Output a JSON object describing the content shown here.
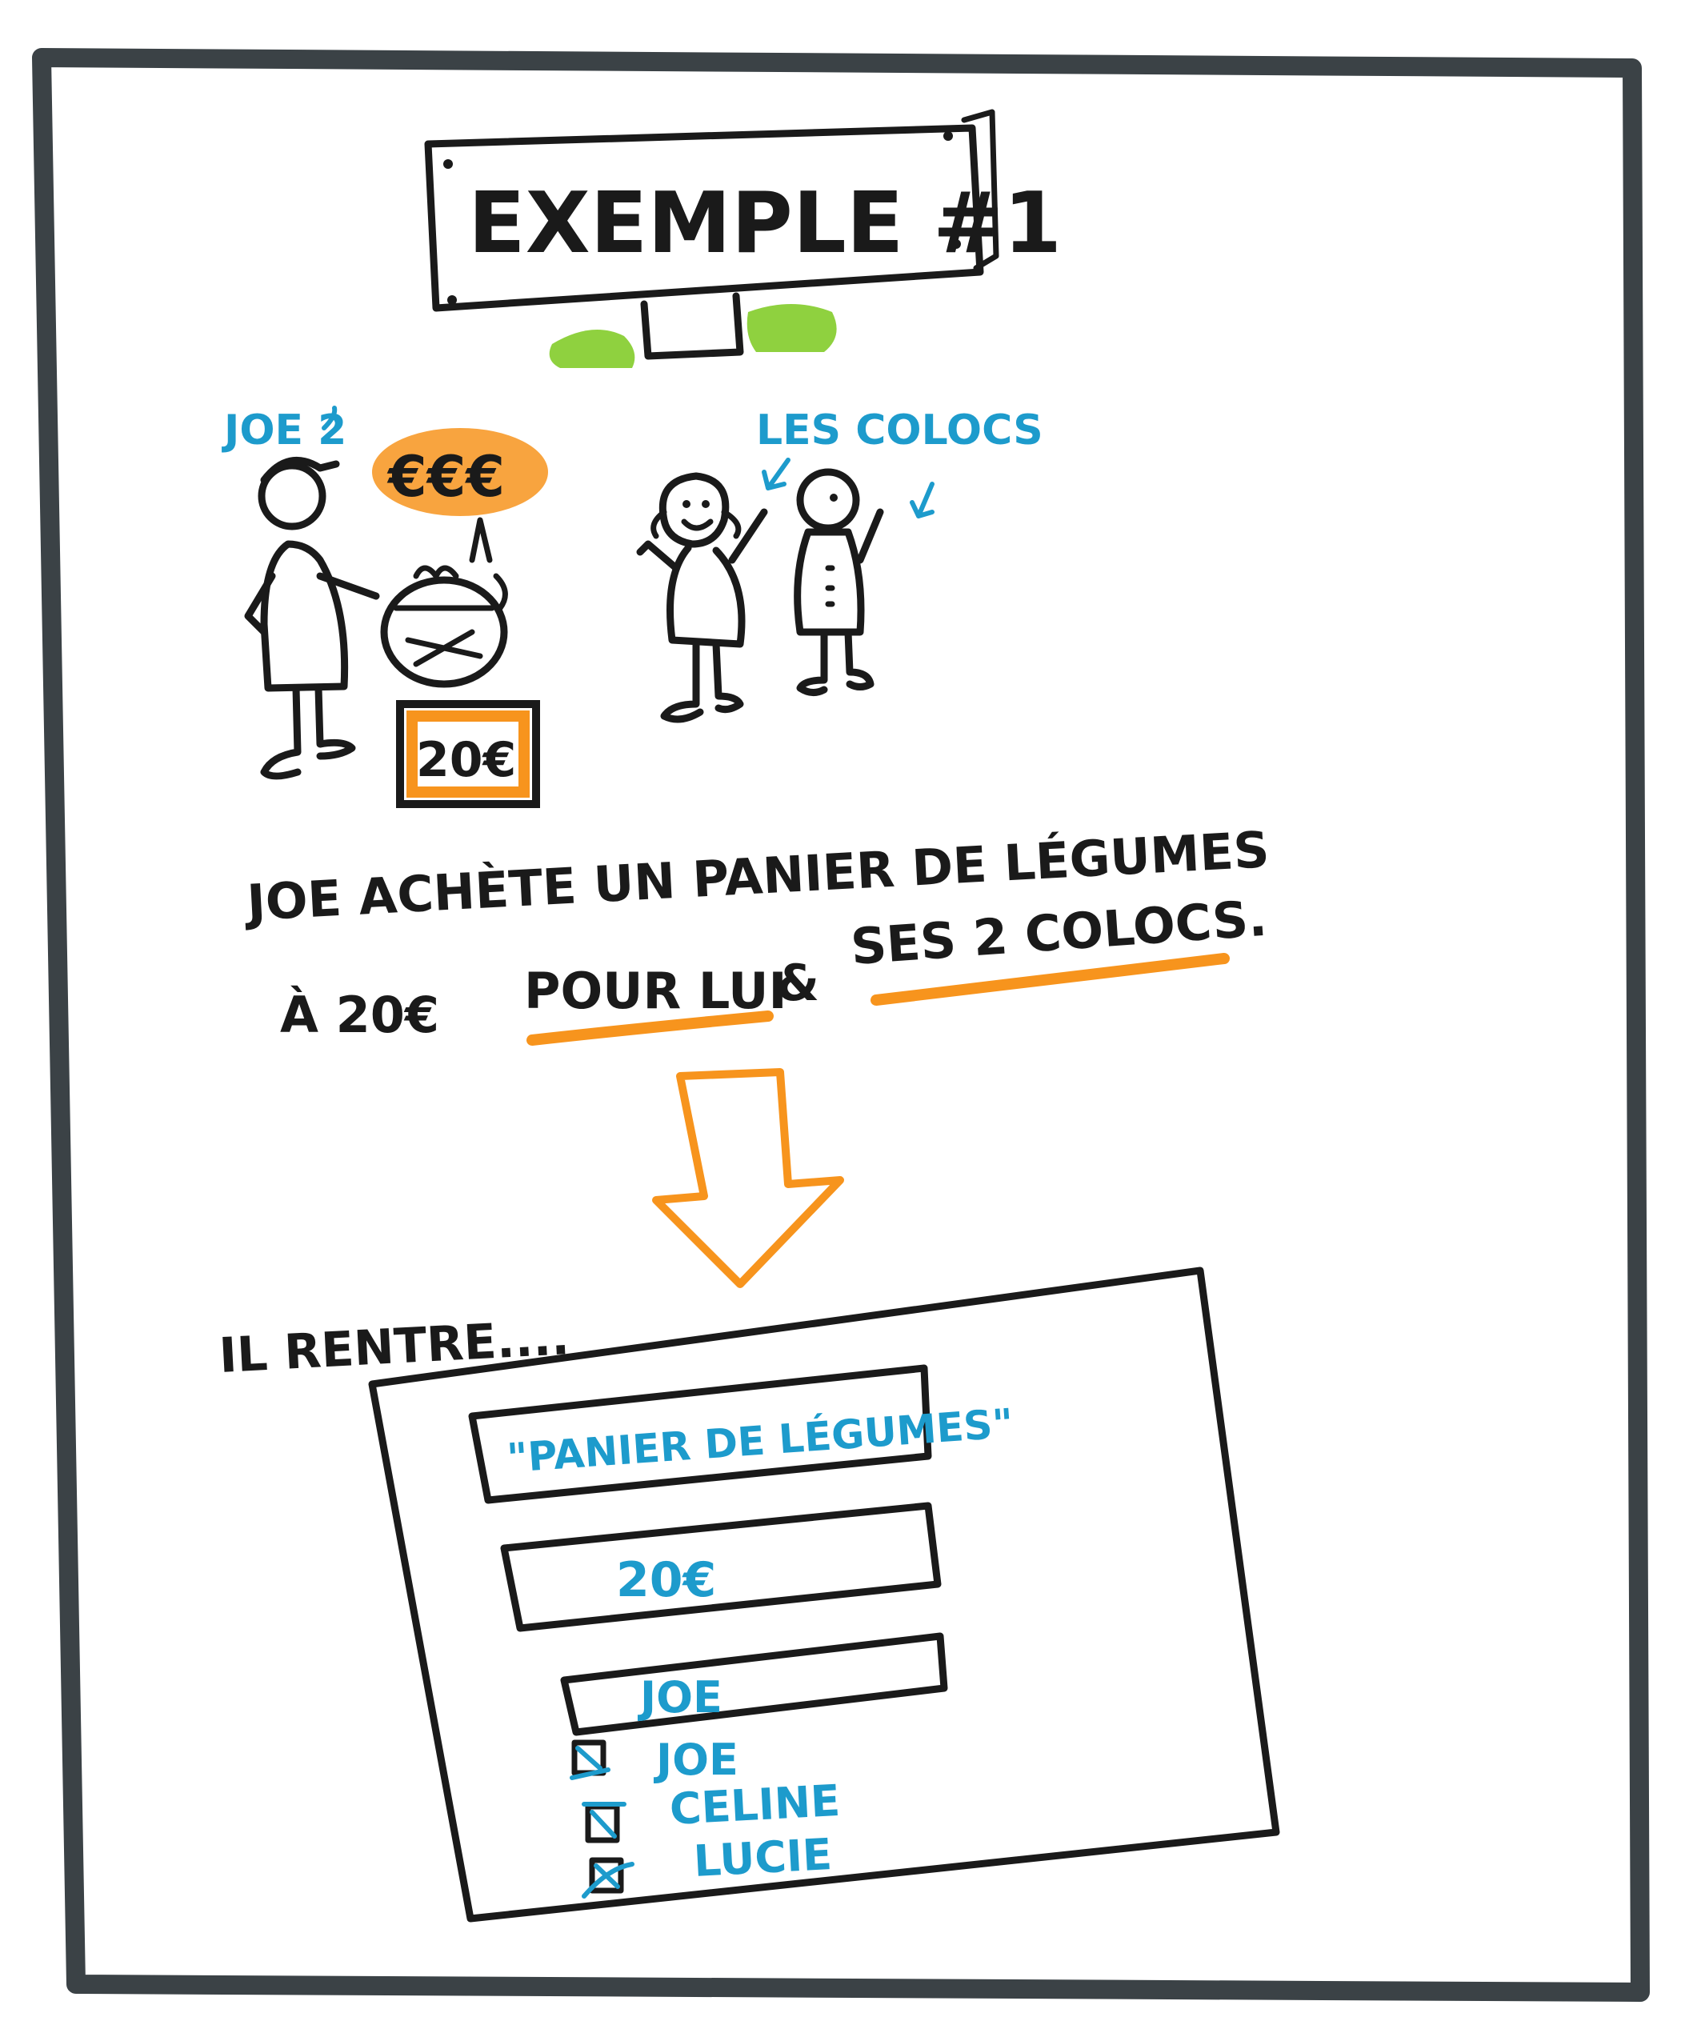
{
  "colors": {
    "frame": "#3b4246",
    "ink": "#1a1a1a",
    "blue": "#1d9bcc",
    "orange": "#f7941d",
    "green": "#8fd13f"
  },
  "title": "EXEMPLE #1",
  "characters": {
    "joe_label": "JOE 2",
    "coloc_label": "LES COLOCS",
    "money": "€€€",
    "price_tag": "20€"
  },
  "description": {
    "line1": "JOE ACHÈTE UN PANIER DE LÉGUMES",
    "line2_start": "À 20€",
    "line2_pour": "POUR LUI",
    "line2_amp": "&",
    "line2_ses": "SES 2 COLOCS."
  },
  "form": {
    "intro": "IL RENTRE....",
    "name_value": "\"PANIER DE LÉGUMES\"",
    "amount_value": "20€",
    "payer_value": "JOE",
    "participants": [
      {
        "label": "JOE",
        "checked": true
      },
      {
        "label": "CELINE",
        "checked": true
      },
      {
        "label": "LUCIE",
        "checked": true
      }
    ]
  }
}
